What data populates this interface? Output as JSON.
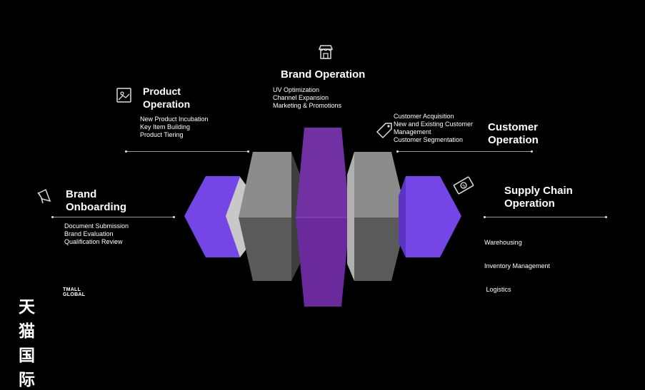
{
  "sections": {
    "brand_onboarding": {
      "title_lines": [
        "Brand",
        "Onboarding"
      ],
      "items": [
        "Document Submission",
        "Brand Evaluation",
        "Qualification Review"
      ]
    },
    "product_operation": {
      "title_lines": [
        "Product",
        "Operation"
      ],
      "items": [
        "New Product Incubation",
        "Key Item Building",
        "Product Tiering"
      ]
    },
    "brand_operation": {
      "title": "Brand Operation",
      "items": [
        "UV Optimization",
        "Channel Expansion",
        "Marketing & Promotions"
      ]
    },
    "customer_operation": {
      "title_lines": [
        "Customer",
        "Operation"
      ],
      "items": [
        "Customer Acquisition",
        "New and Existing Customer",
        "Management",
        "Customer Segmentation"
      ]
    },
    "supply_chain_operation": {
      "title_lines": [
        "Supply Chain",
        "Operation"
      ],
      "items": [
        "Warehousing",
        "Inventory Management",
        " Logistics"
      ]
    }
  },
  "logo": {
    "chinese": "天猫国际",
    "english": "TMALL GLOBAL"
  },
  "icons": {
    "brand_onboarding": "megaphone-icon",
    "product_operation": "image-frame-icon",
    "brand_operation": "storefront-icon",
    "customer_operation": "price-tag-icon",
    "supply_chain_operation": "money-bill-icon"
  },
  "colors": {
    "background": "#000000",
    "violet": "#7446e6",
    "purple": "#7131a3",
    "gray_front": "#8c8c8c",
    "gray_side": "#595959",
    "light_gray": "#c8c8c8"
  }
}
